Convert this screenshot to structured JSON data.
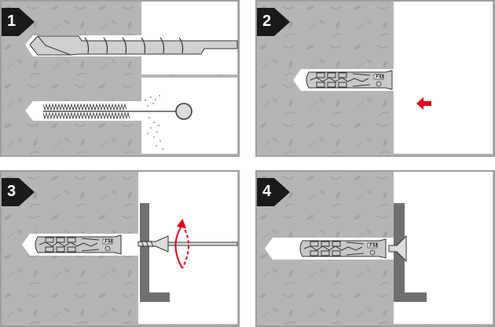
{
  "steps": [
    {
      "number": "1",
      "action": "drill-and-clean"
    },
    {
      "number": "2",
      "action": "insert-dowel"
    },
    {
      "number": "3",
      "action": "screw-in"
    },
    {
      "number": "4",
      "action": "fixed"
    }
  ],
  "dowel_logo": "FM",
  "colors": {
    "concrete": "#b5b5b5",
    "frame": "#9e9e9e",
    "bracket": "#707070",
    "arrow": "#e2001a",
    "badge": "#1a1a1a"
  }
}
